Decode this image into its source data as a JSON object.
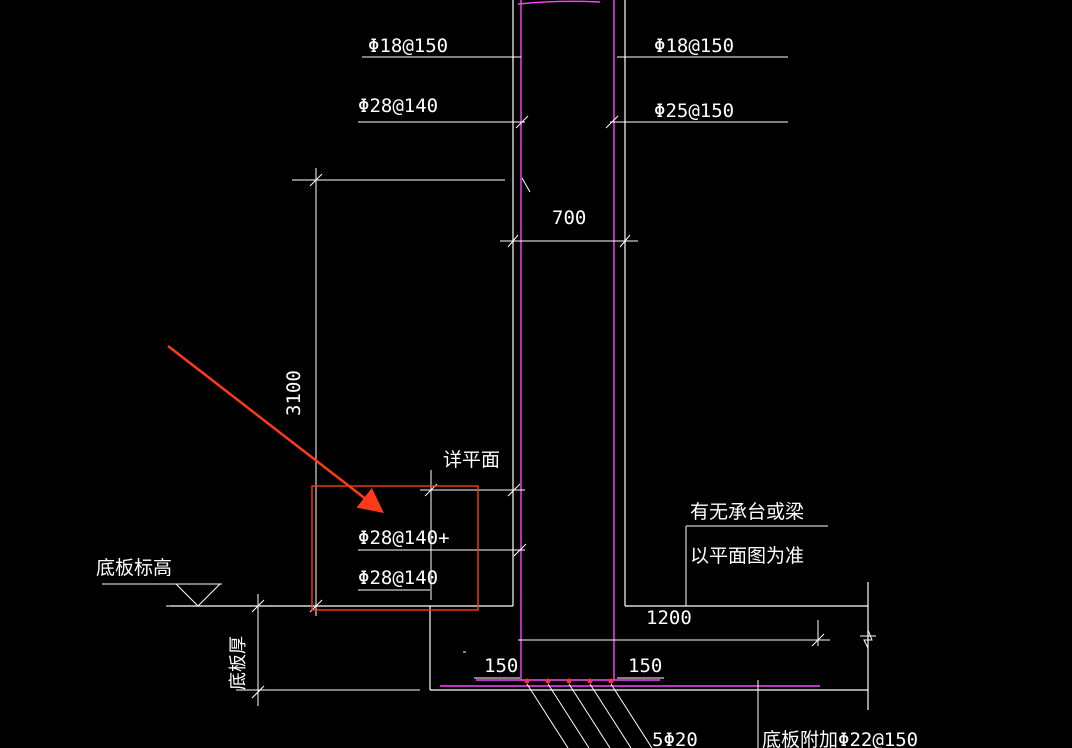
{
  "drawing": {
    "colors": {
      "background": "#000000",
      "line": "#ffffff",
      "rebar": "#ff44ff",
      "rebar_dot": "#ff3333",
      "highlight": "#ff3a1a"
    },
    "rebar_labels": {
      "top_left": "Φ18@150",
      "top_right": "Φ18@150",
      "left_mid": "Φ28@140",
      "right_mid": "Φ25@150",
      "callout_upper": "Φ28@140+",
      "callout_lower": "Φ28@140",
      "bottom_bars": "5Φ20",
      "bottom_extra": "底板附加Φ22@150"
    },
    "dimensions": {
      "wall_width": "700",
      "height": "3100",
      "right_extent": "1200",
      "left_cover": "150",
      "right_cover": "150"
    },
    "notes": {
      "see_plan": "详平面",
      "slab_elevation": "底板标高",
      "slab_thickness": "底板厚",
      "beam_note_1": "有无承台或梁",
      "beam_note_2": "以平面图为准"
    }
  }
}
